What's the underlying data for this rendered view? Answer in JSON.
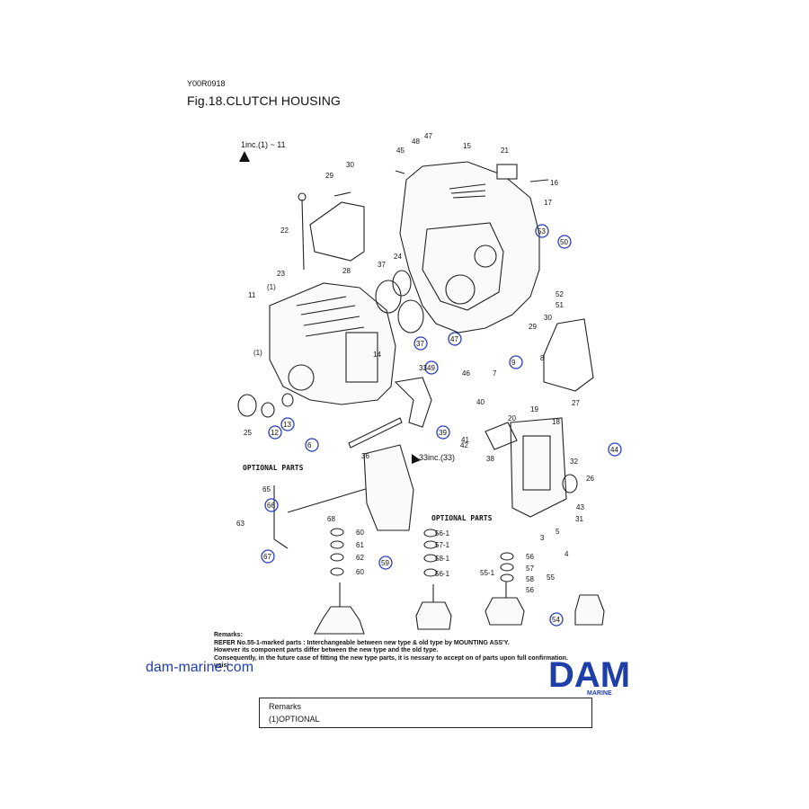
{
  "header": {
    "code": "Y00R0918",
    "title": "Fig.18.CLUTCH HOUSING"
  },
  "diagram": {
    "inc_labels": [
      "1inc.(1) ~ 11",
      "33inc.(33)"
    ],
    "optional_labels": [
      "OPTIONAL PARTS",
      "OPTIONAL PARTS"
    ],
    "callouts": [
      "45",
      "48",
      "47",
      "15",
      "21",
      "29",
      "30",
      "16",
      "17",
      "22",
      "28",
      "24",
      "53",
      "50",
      "23",
      "37",
      "11",
      "52",
      "51",
      "(1)",
      "(1)",
      "14",
      "37",
      "49",
      "47",
      "29",
      "30",
      "33",
      "46",
      "7",
      "9",
      "8",
      "27",
      "40",
      "25",
      "12",
      "13",
      "6",
      "39",
      "41",
      "42",
      "20",
      "19",
      "18",
      "36",
      "38",
      "44",
      "32",
      "26",
      "43",
      "31",
      "65",
      "66",
      "63",
      "67",
      "68",
      "60",
      "61",
      "62",
      "60",
      "59",
      "56-1",
      "57-1",
      "58-1",
      "56-1",
      "55-1",
      "56",
      "57",
      "58",
      "55",
      "56",
      "3",
      "5",
      "4",
      "54"
    ],
    "highlight_color": "#2a3cb8"
  },
  "remarks": {
    "heading": "Remarks:",
    "lines": [
      "REFER No.55-1-marked parts : Interchangeable between new type & old type by MOUNTING ASS'Y.",
      "However its component parts differ between the new type and the old type.",
      "Consequently, in the future case of fitting the new type parts, it is nessary to accept on of parts upon full confirmation.",
      "uoisi"
    ]
  },
  "branding": {
    "website": "dam-marine.com",
    "logo_text": "DAM",
    "logo_sub": "MARINE",
    "logo_color": "#1f3fa8"
  },
  "remarks_box": {
    "title": "Remarks",
    "line1": "(1)OPTIONAL"
  }
}
